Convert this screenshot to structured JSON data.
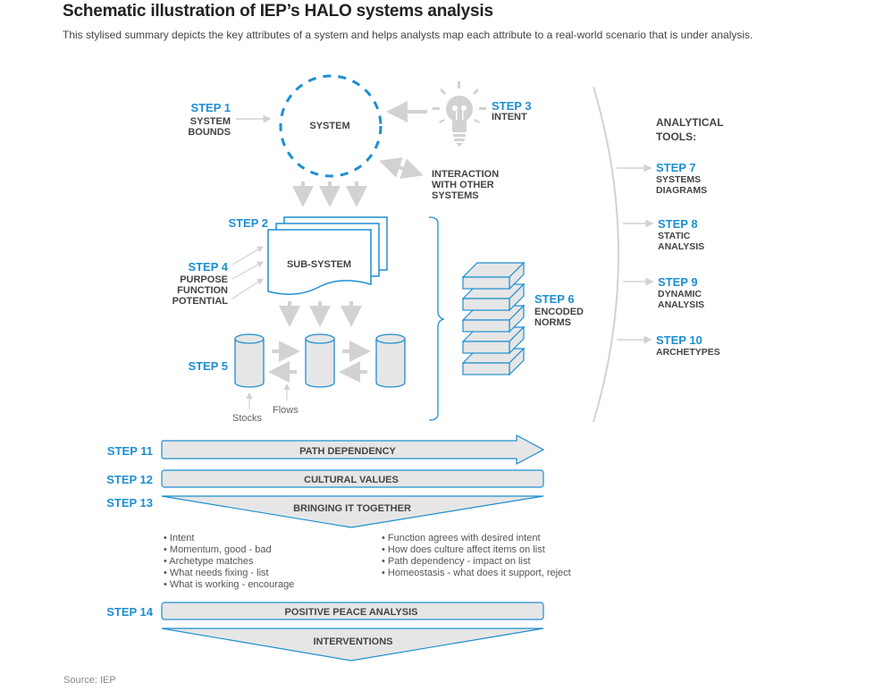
{
  "header": {
    "title": "Schematic illustration of IEP’s HALO systems analysis",
    "subtitle": "This stylised summary depicts the key attributes of a system and helps analysts map each attribute to a real-world scenario that is under analysis."
  },
  "colors": {
    "accent": "#1d8fd1",
    "arrow": "#d2d2d2",
    "fill": "#e6e6e6",
    "label": "#444444"
  },
  "steps": {
    "s1": {
      "step": "STEP 1",
      "lines": [
        "SYSTEM",
        "BOUNDS"
      ]
    },
    "s2": {
      "step": "STEP 2"
    },
    "s3": {
      "step": "STEP 3",
      "lines": [
        "INTENT"
      ]
    },
    "s4": {
      "step": "STEP 4",
      "lines": [
        "PURPOSE",
        "FUNCTION",
        "POTENTIAL"
      ]
    },
    "s5": {
      "step": "STEP 5"
    },
    "s6": {
      "step": "STEP 6",
      "lines": [
        "ENCODED",
        "NORMS"
      ]
    },
    "s7": {
      "step": "STEP 7",
      "lines": [
        "SYSTEMS",
        "DIAGRAMS"
      ]
    },
    "s8": {
      "step": "STEP 8",
      "lines": [
        "STATIC",
        "ANALYSIS"
      ]
    },
    "s9": {
      "step": "STEP 9",
      "lines": [
        "DYNAMIC",
        "ANALYSIS"
      ]
    },
    "s10": {
      "step": "STEP 10",
      "lines": [
        "ARCHETYPES"
      ]
    },
    "s11": {
      "step": "STEP 11",
      "bar": "PATH DEPENDENCY"
    },
    "s12": {
      "step": "STEP 12",
      "bar": "CULTURAL VALUES"
    },
    "s13": {
      "step": "STEP 13",
      "bar": "BRINGING IT TOGETHER"
    },
    "s14": {
      "step": "STEP 14",
      "bar": "POSITIVE PEACE ANALYSIS"
    }
  },
  "nodes": {
    "system": "SYSTEM",
    "subsystem": "SUB-SYSTEM",
    "interaction": [
      "INTERACTION",
      "WITH OTHER",
      "SYSTEMS"
    ],
    "stocks": "Stocks",
    "flows": "Flows",
    "analytical_tools": [
      "ANALYTICAL",
      "TOOLS:"
    ],
    "interventions": "INTERVENTIONS"
  },
  "bullets_left": [
    "• Intent",
    "• Momentum, good - bad",
    "• Archetype matches",
    "• What needs fixing - list",
    "• What is working - encourage"
  ],
  "bullets_right": [
    "• Function agrees with desired intent",
    "• How does culture affect items on list",
    "• Path dependency - impact on list",
    "• Homeostasis - what does it support, reject"
  ],
  "footer": {
    "source": "Source: IEP"
  }
}
